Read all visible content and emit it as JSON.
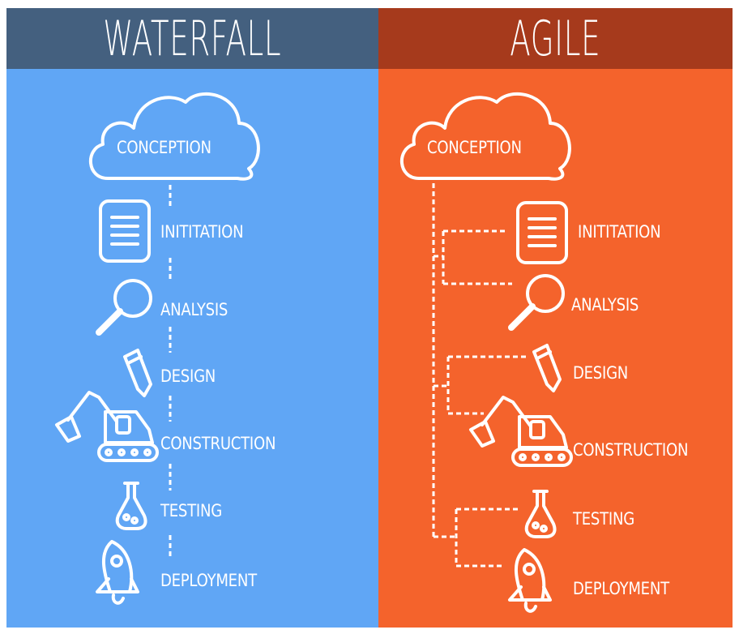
{
  "waterfall": {
    "title": "WATERFALL",
    "colors": {
      "banner": "#44607f",
      "background": "#60a6f5"
    },
    "steps": [
      {
        "label": "CONCEPTION",
        "icon": "cloud-icon"
      },
      {
        "label": "INITITATION",
        "icon": "document-icon"
      },
      {
        "label": "ANALYSIS",
        "icon": "magnifier-icon"
      },
      {
        "label": "DESIGN",
        "icon": "pencil-icon"
      },
      {
        "label": "CONSTRUCTION",
        "icon": "excavator-icon"
      },
      {
        "label": "TESTING",
        "icon": "flask-icon"
      },
      {
        "label": "DEPLOYMENT",
        "icon": "rocket-icon"
      }
    ]
  },
  "agile": {
    "title": "AGILE",
    "colors": {
      "banner": "#a63a1c",
      "background": "#f4632c"
    },
    "steps": [
      {
        "label": "CONCEPTION",
        "icon": "cloud-icon"
      },
      {
        "label": "INITITATION",
        "icon": "document-icon"
      },
      {
        "label": "ANALYSIS",
        "icon": "magnifier-icon"
      },
      {
        "label": "DESIGN",
        "icon": "pencil-icon"
      },
      {
        "label": "CONSTRUCTION",
        "icon": "excavator-icon"
      },
      {
        "label": "TESTING",
        "icon": "flask-icon"
      },
      {
        "label": "DEPLOYMENT",
        "icon": "rocket-icon"
      }
    ]
  }
}
